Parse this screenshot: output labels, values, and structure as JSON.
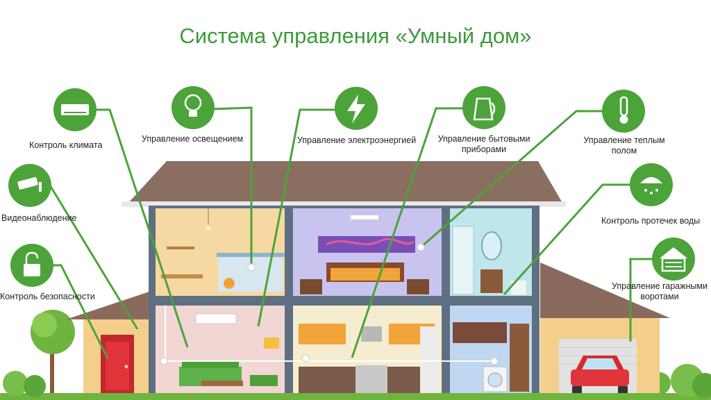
{
  "title": "Система управления «Умный дом»",
  "accent": "#4ca33a",
  "features": [
    {
      "icon": "air-conditioner-icon",
      "label": "Контроль климата"
    },
    {
      "icon": "light-bulb-icon",
      "label": "Управление освещением"
    },
    {
      "icon": "lightning-icon",
      "label": "Управление электроэнергией"
    },
    {
      "icon": "kettle-icon",
      "label_line1": "Управление бытовыми",
      "label_line2": "приборами"
    },
    {
      "icon": "thermometer-icon",
      "label_line1": "Управление теплым",
      "label_line2": "полом"
    },
    {
      "icon": "camera-icon",
      "label": "Видеонаблюдение"
    },
    {
      "icon": "shower-icon",
      "label": "Контроль протечек воды"
    },
    {
      "icon": "lock-icon",
      "label": "Контроль безопасности"
    },
    {
      "icon": "garage-icon",
      "label_line1": "Управление гаражными",
      "label_line2": "воротами"
    }
  ]
}
